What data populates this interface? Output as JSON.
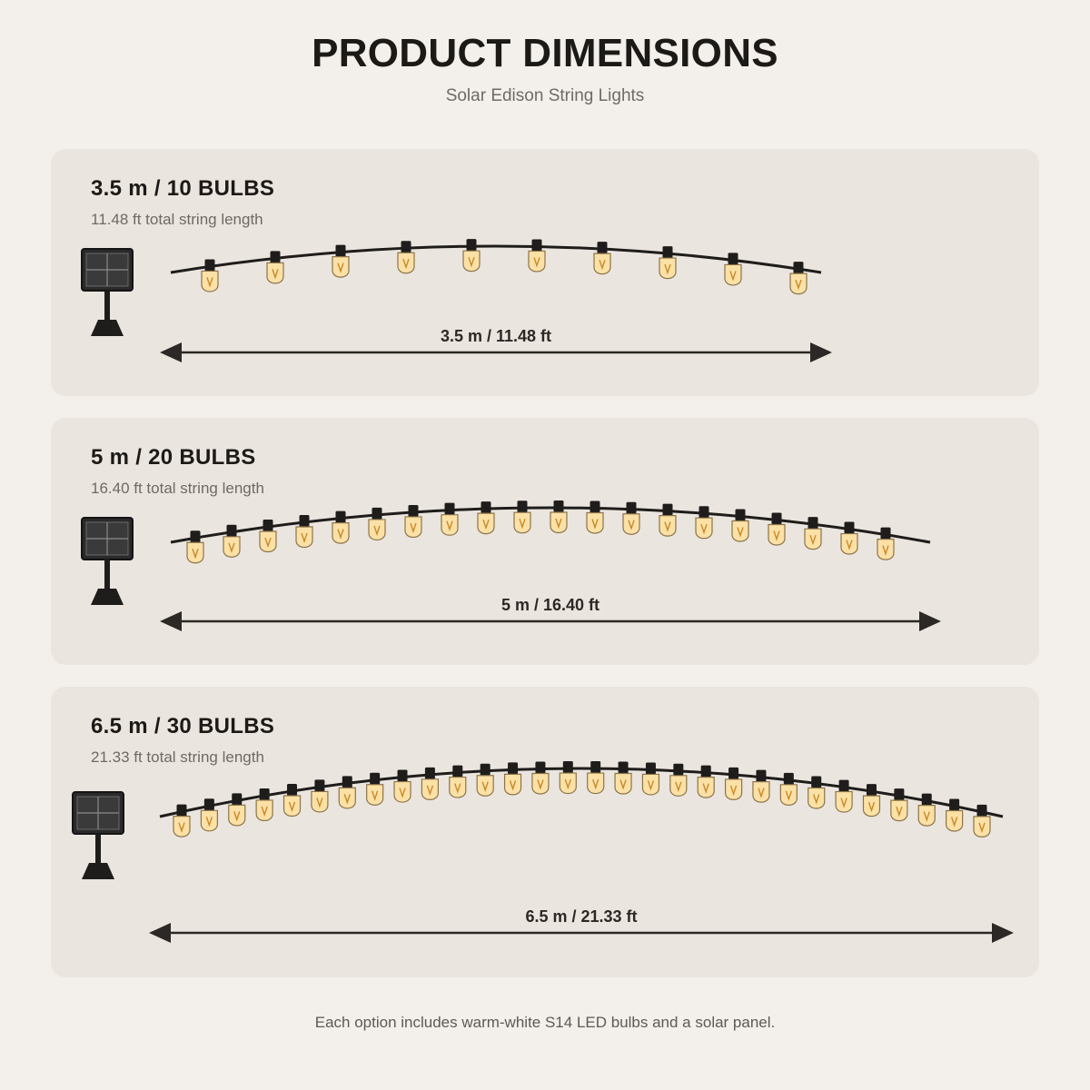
{
  "header": {
    "title": "PRODUCT DIMENSIONS",
    "subtitle": "Solar Edison String Lights"
  },
  "colors": {
    "background": "#f3f0eb",
    "panel": "#ebe5df",
    "cord": "#1f1d1b",
    "bulb_glass": "#fbe1a6",
    "bulb_outline": "#8b7448",
    "filament": "#c9892a",
    "socket": "#1f1d1b"
  },
  "options": [
    {
      "title": "3.5 m / 10 BULBS",
      "subtitle": "11.48 ft total string length",
      "bulb_count": 10,
      "dimension_label": "3.5 m / 11.48 ft",
      "icons": [
        "solar-panel-icon",
        "bulb-icon",
        "double-arrow-icon"
      ]
    },
    {
      "title": "5 m / 20 BULBS",
      "subtitle": "16.40 ft total string length",
      "bulb_count": 20,
      "dimension_label": "5 m / 16.40 ft",
      "icons": [
        "solar-panel-icon",
        "bulb-icon",
        "double-arrow-icon"
      ]
    },
    {
      "title": "6.5 m / 30 BULBS",
      "subtitle": "21.33 ft total string length",
      "bulb_count": 30,
      "dimension_label": "6.5 m / 21.33 ft",
      "icons": [
        "solar-panel-icon",
        "bulb-icon",
        "double-arrow-icon"
      ]
    }
  ],
  "footer": {
    "note": "Each option includes warm-white S14 LED bulbs and a solar panel."
  }
}
